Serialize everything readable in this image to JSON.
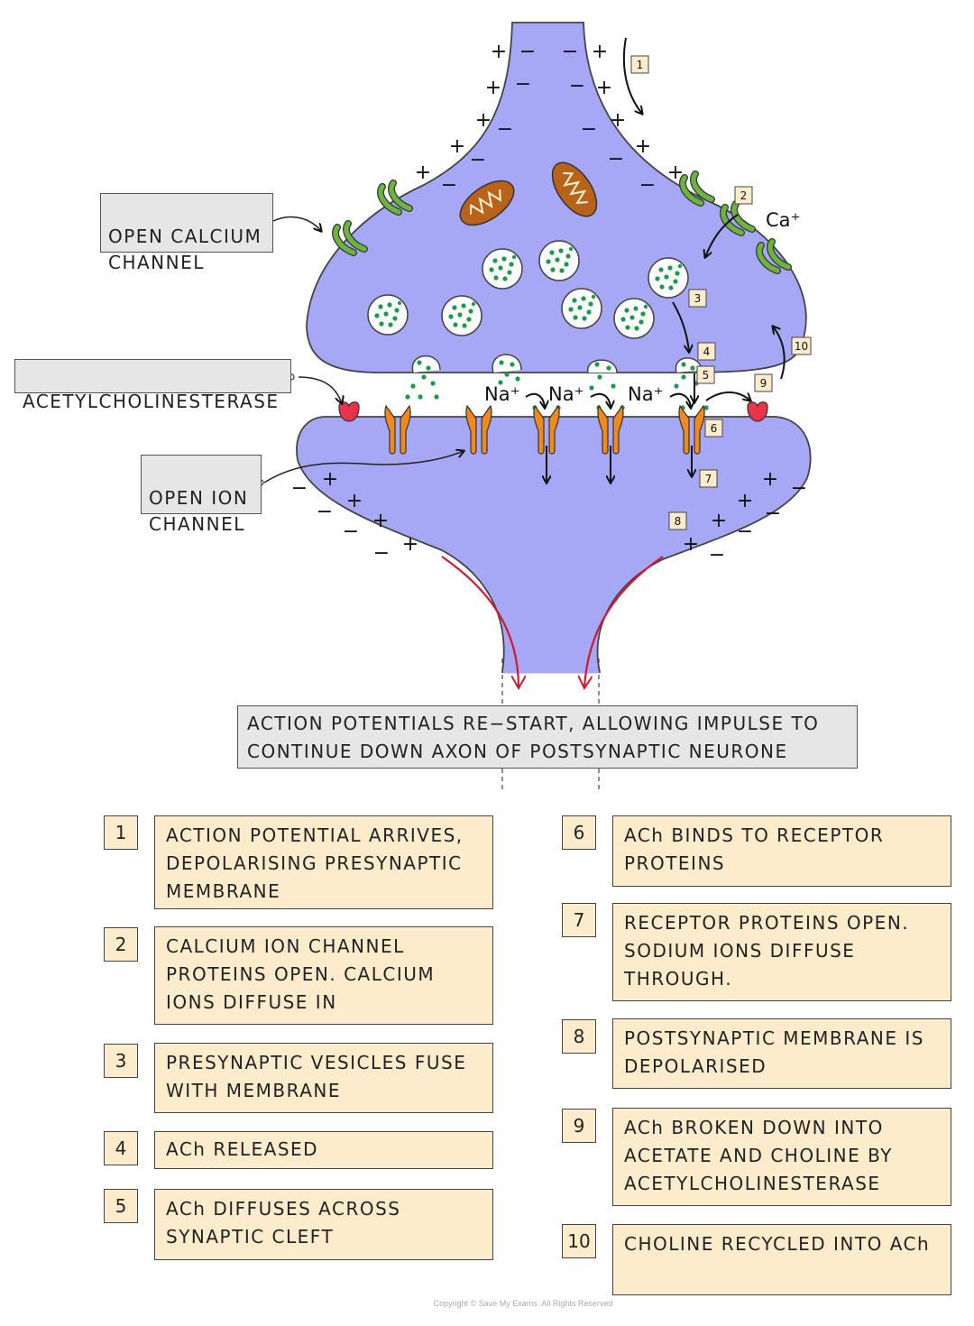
{
  "labels": {
    "open_calcium_channel": "OPEN CALCIUM CHANNEL",
    "acetylcholinesterase": "ACETYLCHOLINESTERASE",
    "open_ion_channel": "OPEN ION CHANNEL"
  },
  "diagram_text": {
    "ca_ion": "Ca⁺",
    "na_ion": "Na⁺",
    "plus_sign": "+",
    "minus_sign": "−",
    "diagram_step_numbers": [
      "1",
      "2",
      "3",
      "4",
      "5",
      "6",
      "7",
      "8",
      "9",
      "10"
    ]
  },
  "callout": "ACTION POTENTIALS RE−START, ALLOWING IMPULSE TO CONTINUE DOWN AXON OF POSTSYNAPTIC NEURONE",
  "steps": [
    {
      "num": "1",
      "text": "ACTION POTENTIAL ARRIVES, DEPOLARISING PRESYNAPTIC MEMBRANE"
    },
    {
      "num": "2",
      "text": "CALCIUM ION CHANNEL PROTEINS OPEN. CALCIUM IONS DIFFUSE IN"
    },
    {
      "num": "3",
      "text": "PRESYNAPTIC VESICLES FUSE WITH MEMBRANE"
    },
    {
      "num": "4",
      "text": "ACh RELEASED"
    },
    {
      "num": "5",
      "text": "ACh DIFFUSES ACROSS SYNAPTIC CLEFT"
    },
    {
      "num": "6",
      "text": "ACh BINDS TO RECEPTOR PROTEINS"
    },
    {
      "num": "7",
      "text": "RECEPTOR PROTEINS OPEN. SODIUM IONS DIFFUSE THROUGH."
    },
    {
      "num": "8",
      "text": "POSTSYNAPTIC MEMBRANE IS DEPOLARISED"
    },
    {
      "num": "9",
      "text": "ACh BROKEN DOWN INTO ACETATE AND CHOLINE BY ACETYLCHOLINESTERASE"
    },
    {
      "num": "10",
      "text": "CHOLINE RECYCLED INTO ACh"
    }
  ],
  "copyright": "Copyright © Save My Exams. All Rights Reserved",
  "colors": {
    "neurone": "#a7a8f5",
    "vesicle_dot": "#1a9a4a",
    "channel_green": "#6db33f",
    "receptor_orange": "#f08a1c",
    "mitochondrion": "#b8621a",
    "enzyme_red": "#e8334a",
    "arrow_red": "#cc1a33",
    "step_fill": "#fdeccb",
    "label_fill": "#e6e6e6"
  }
}
